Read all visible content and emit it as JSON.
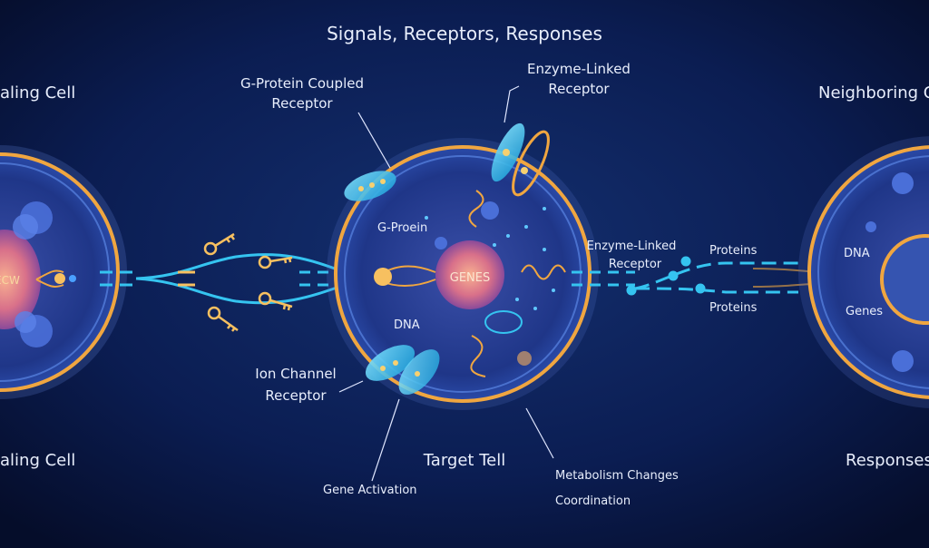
{
  "title": "Signals, Receptors, Responses",
  "left_cell": {
    "top_label": "aling Cell",
    "bottom_label": "aling Cell",
    "nucleus_text": "ECW"
  },
  "right_cell": {
    "top_label": "Neighboring Cu",
    "bottom_label": "Responses",
    "dna_label": "DNA",
    "genes_label": "Genes"
  },
  "target_cell": {
    "label": "Target Tell",
    "g_protein_label": "G-Proein",
    "nucleus_label": "GENES",
    "dna_label": "DNA"
  },
  "callouts": {
    "gpcr": [
      "G-Protein Coupled",
      "Receptor"
    ],
    "enzyme_top": [
      "Enzyme-Linked",
      "Receptor"
    ],
    "enzyme_mid": [
      "Enzyme-Linked",
      "Receptor"
    ],
    "ion_channel": [
      "Ion Channel",
      "Receptor"
    ],
    "proteins_top": "Proteins",
    "proteins_bottom": "Proteins",
    "gene_activation": "Gene Activation",
    "metabolism": "Metabolism Changes",
    "coordination": "Coordination"
  },
  "colors": {
    "background": "#0a1c4e",
    "membrane": "#f0a640",
    "signal": "#35c4f0",
    "receptor": "#3cc8f4",
    "key": "#f5c04a"
  }
}
